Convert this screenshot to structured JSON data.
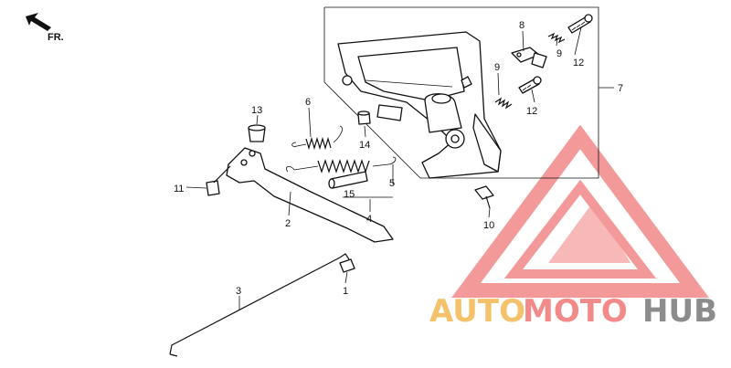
{
  "direction": {
    "label": "FR.",
    "icon": "front-arrow-icon"
  },
  "callouts": {
    "p1": "1",
    "p2": "2",
    "p3": "3",
    "p4": "4",
    "p5": "5",
    "p6": "6",
    "p7": "7",
    "p8": "8",
    "p9a": "9",
    "p9b": "9",
    "p10": "10",
    "p11": "11",
    "p12a": "12",
    "p12b": "12",
    "p13": "13",
    "p14": "14",
    "p15": "15"
  },
  "watermark": {
    "part1": "AUTO",
    "part2": "MOTO",
    "part3": "HUB",
    "colors": {
      "auto": "#f4c26b",
      "moto": "#f28a8a",
      "hub": "#8c8c8c",
      "logo": "#f07878"
    }
  }
}
